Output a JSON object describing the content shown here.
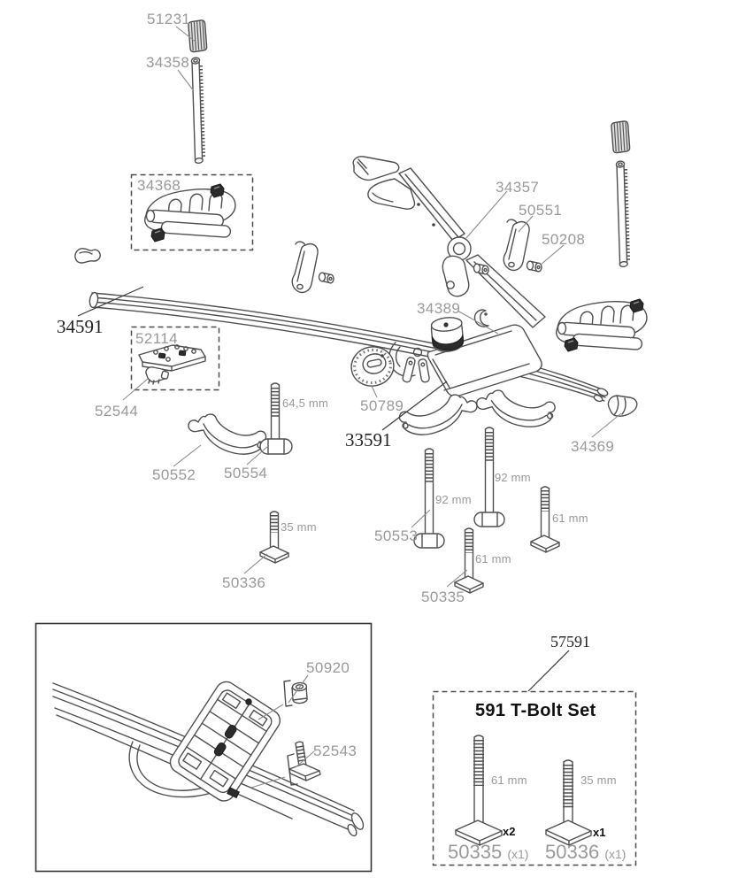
{
  "diagram": {
    "background": "#ffffff",
    "label_color": "#999999",
    "overlay_label_color": "#222222",
    "part_labels": {
      "cap_left": "51231",
      "rod": "34358",
      "wheel_holder_kit": "34368",
      "frame_arm": "34357",
      "arm_support": "50551",
      "pin": "50208",
      "clip": "34389",
      "rail": "34591",
      "adapter_kit": "52114",
      "adapter_clip": "52544",
      "knob": "50789",
      "carrier_body": "33591",
      "end_cap": "34369",
      "wheel_hook": "50552",
      "tbolt_645": "50554",
      "tbolt_92": "50553",
      "tbolt_61": "50335",
      "tbolt_35": "50336",
      "spacer": "50920",
      "tbolt_detail": "52543",
      "tbolt_set_callout": "57591"
    },
    "dimensions": {
      "d645": "64,5 mm",
      "d92_left": "92 mm",
      "d92_right": "92 mm",
      "d61_right": "61 mm",
      "d61_left": "61 mm",
      "d35": "35 mm"
    },
    "tbolt_set_box": {
      "title": "591 T-Bolt Set",
      "bolt_61": {
        "dim": "61 mm",
        "qty": "x2",
        "part": "50335",
        "pack": "(x1)"
      },
      "bolt_35": {
        "dim": "35 mm",
        "qty": "x1",
        "part": "50336",
        "pack": "(x1)"
      }
    }
  }
}
